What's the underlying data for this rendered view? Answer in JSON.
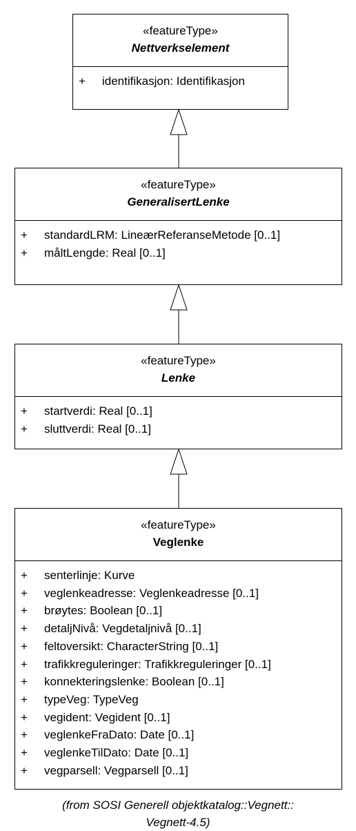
{
  "classes": [
    {
      "stereotype": "«featureType»",
      "name": "Nettverkselement",
      "attributes": [
        {
          "vis": "+",
          "text": "identifikasjon: Identifikasjon"
        }
      ]
    },
    {
      "stereotype": "«featureType»",
      "name": "GeneralisertLenke",
      "attributes": [
        {
          "vis": "+",
          "text": "standardLRM: LineærReferanseMetode [0..1]"
        },
        {
          "vis": "+",
          "text": "måltLengde: Real [0..1]"
        }
      ]
    },
    {
      "stereotype": "«featureType»",
      "name": "Lenke",
      "attributes": [
        {
          "vis": "+",
          "text": "startverdi: Real [0..1]"
        },
        {
          "vis": "+",
          "text": "sluttverdi: Real [0..1]"
        }
      ]
    },
    {
      "stereotype": "«featureType»",
      "name": "Veglenke",
      "attributes": [
        {
          "vis": "+",
          "text": "senterlinje: Kurve"
        },
        {
          "vis": "+",
          "text": "veglenkeadresse: Veglenkeadresse [0..1]"
        },
        {
          "vis": "+",
          "text": "brøytes: Boolean [0..1]"
        },
        {
          "vis": "+",
          "text": "detaljNivå: Vegdetaljnivå [0..1]"
        },
        {
          "vis": "+",
          "text": "feltoversikt: CharacterString [0..1]"
        },
        {
          "vis": "+",
          "text": "trafikkreguleringer: Trafikkreguleringer [0..1]"
        },
        {
          "vis": "+",
          "text": "konnekteringslenke: Boolean [0..1]"
        },
        {
          "vis": "+",
          "text": "typeVeg: TypeVeg"
        },
        {
          "vis": "+",
          "text": "vegident: Vegident [0..1]"
        },
        {
          "vis": "+",
          "text": "veglenkeFraDato: Date [0..1]"
        },
        {
          "vis": "+",
          "text": "veglenkeTilDato: Date [0..1]"
        },
        {
          "vis": "+",
          "text": "vegparsell: Vegparsell [0..1]"
        }
      ]
    }
  ],
  "caption_line1": "(from SOSI Generell objektkatalog::Vegnett::",
  "caption_line2": "Vegnett-4.5)"
}
